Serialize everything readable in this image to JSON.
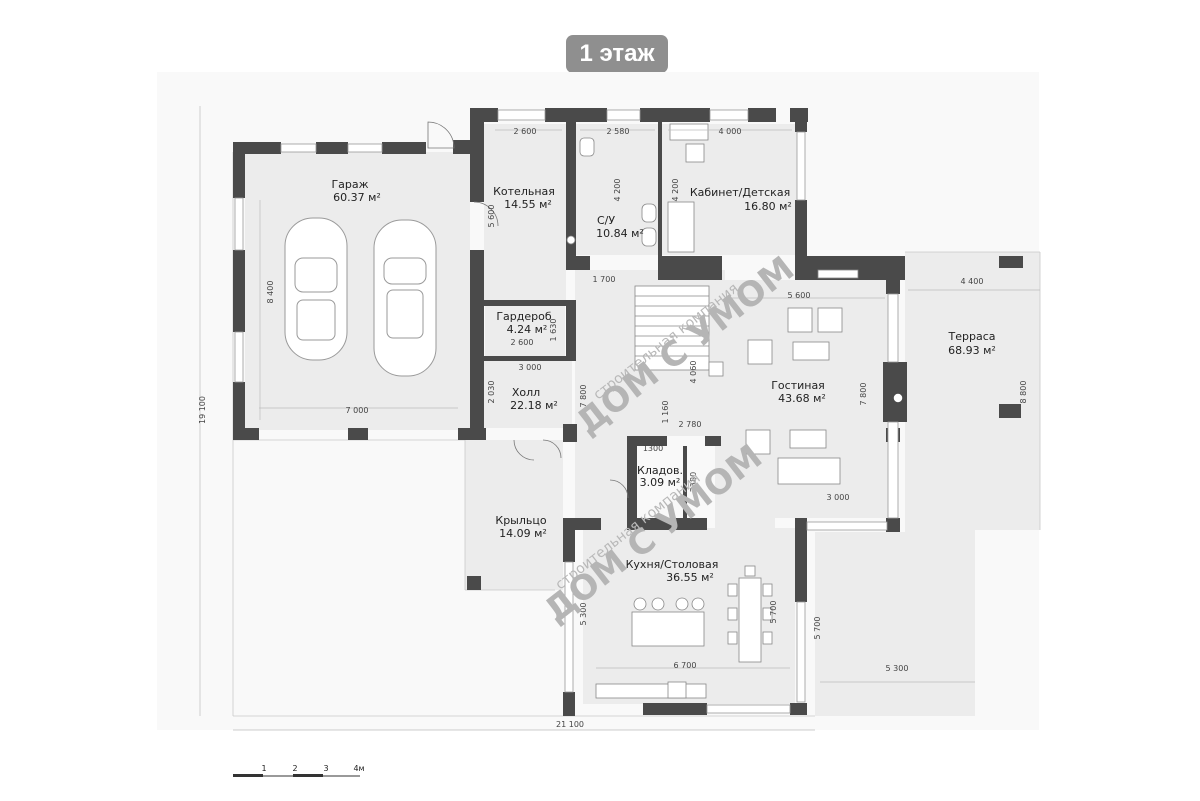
{
  "title": "1 этаж",
  "rooms": {
    "garage": {
      "name": "Гараж",
      "area": "60.37 м²"
    },
    "boiler": {
      "name": "Котельная",
      "area": "14.55 м²"
    },
    "bathroom": {
      "name": "С/У",
      "area": "10.84 м²"
    },
    "office": {
      "name": "Кабинет/Детская",
      "area": "16.80 м²"
    },
    "wardrobe": {
      "name": "Гардероб",
      "area": "4.24 м²"
    },
    "hall": {
      "name": "Холл",
      "area": "22.18 м²"
    },
    "living": {
      "name": "Гостиная",
      "area": "43.68 м²"
    },
    "terrace": {
      "name": "Терраса",
      "area": "68.93 м²"
    },
    "storage": {
      "name": "Кладов.",
      "area": "3.09 м²"
    },
    "porch": {
      "name": "Крыльцо",
      "area": "14.09 м²"
    },
    "kitchen": {
      "name": "Кухня/Столовая",
      "area": "36.55 м²"
    }
  },
  "dimensions": {
    "boiler_w": "2 600",
    "bath_w": "2 580",
    "office_w": "4 000",
    "boiler_h": "5 600",
    "bath_h": "4 200",
    "office_h": "4 200",
    "garage_h": "8 400",
    "garage_w": "7 000",
    "stair_w": "1 700",
    "wardrobe_h": "1 630",
    "wardrobe_w": "2 600",
    "hall_top": "3 000",
    "hall_left": "2 030",
    "hall_h": "7 800",
    "living_w": "5 600",
    "living_h": "7 800",
    "living_bottom": "3 000",
    "terrace_w": "4 400",
    "terrace_h": "8 800",
    "storage_w": "1300",
    "storage_h": "2380",
    "corr_w": "2 780",
    "corr_h": "4 060",
    "corr_gap": "1 160",
    "kitchen_w": "6 700",
    "kitchen_h": "5 300",
    "kitchen_inner_h": "5 700",
    "kitchen_right_h": "5 700",
    "kitchen_terrace_w": "5 300",
    "total_h": "19 100",
    "total_w": "21 100"
  },
  "scale": {
    "ticks": [
      "1",
      "2",
      "3",
      "4м"
    ]
  },
  "watermark": {
    "company": "строительная компания",
    "brand": "ДОМ С УМОМ"
  }
}
